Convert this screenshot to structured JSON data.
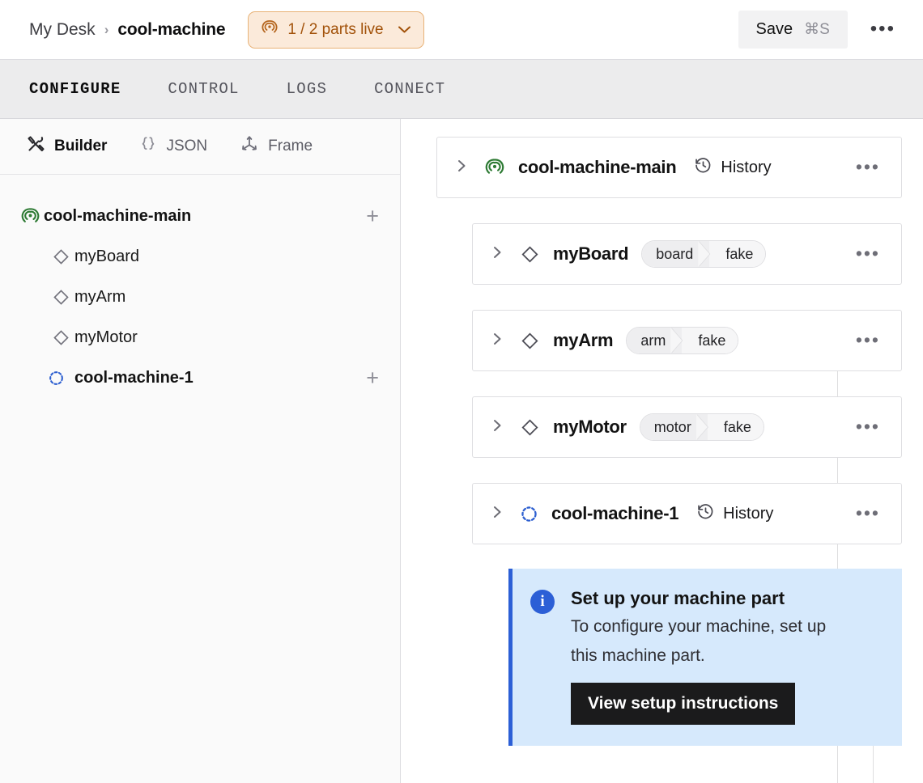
{
  "header": {
    "breadcrumb": {
      "root": "My Desk",
      "separator": "›",
      "current": "cool-machine"
    },
    "status_badge": {
      "icon": "radar-icon",
      "label": "1 / 2 parts live",
      "chevron": "⌄",
      "bg": "#fbeada",
      "border": "#e8b277",
      "fg": "#a2520a"
    },
    "save_label": "Save",
    "save_shortcut": "⌘S",
    "overflow": "•••"
  },
  "tabs": [
    {
      "label": "CONFIGURE",
      "active": true
    },
    {
      "label": "CONTROL",
      "active": false
    },
    {
      "label": "LOGS",
      "active": false
    },
    {
      "label": "CONNECT",
      "active": false
    }
  ],
  "subtabs": [
    {
      "label": "Builder",
      "icon": "tools-icon",
      "active": true
    },
    {
      "label": "JSON",
      "icon": "braces-icon",
      "active": false
    },
    {
      "label": "Frame",
      "icon": "axes-icon",
      "active": false
    }
  ],
  "sidebar": {
    "tree": [
      {
        "label": "cool-machine-main",
        "icon": "radar-icon",
        "level": "root",
        "add": "+"
      },
      {
        "label": "myBoard",
        "icon": "diamond-icon",
        "level": "child",
        "add": ""
      },
      {
        "label": "myArm",
        "icon": "diamond-icon",
        "level": "child",
        "add": ""
      },
      {
        "label": "myMotor",
        "icon": "diamond-icon",
        "level": "child",
        "add": ""
      },
      {
        "label": "cool-machine-1",
        "icon": "dashed-circle-icon",
        "level": "root",
        "add": "+"
      }
    ]
  },
  "main": {
    "cards": [
      {
        "title": "cool-machine-main",
        "icon": "radar-icon",
        "nested": false,
        "history": "History",
        "badge_left": "",
        "badge_right": "",
        "kebab": "•••"
      },
      {
        "title": "myBoard",
        "icon": "diamond-icon",
        "nested": true,
        "history": "",
        "badge_left": "board",
        "badge_right": "fake",
        "kebab": "•••"
      },
      {
        "title": "myArm",
        "icon": "diamond-icon",
        "nested": true,
        "history": "",
        "badge_left": "arm",
        "badge_right": "fake",
        "kebab": "•••"
      },
      {
        "title": "myMotor",
        "icon": "diamond-icon",
        "nested": true,
        "history": "",
        "badge_left": "motor",
        "badge_right": "fake",
        "kebab": "•••"
      },
      {
        "title": "cool-machine-1",
        "icon": "dashed-circle-icon",
        "nested": true,
        "history": "History",
        "badge_left": "",
        "badge_right": "",
        "kebab": "•••"
      }
    ],
    "callout": {
      "icon": "info-icon",
      "symbol": "i",
      "title": "Set up your machine part",
      "text": "To configure your machine, set up this machine part.",
      "button": "View setup instructions",
      "bg": "#d6e9fc",
      "accent": "#2c5fd6"
    }
  },
  "colors": {
    "live_green": "#2d7a33",
    "dashed_blue": "#2d5fd0",
    "tabbar_bg": "#ececed",
    "sidebar_bg": "#fafafa"
  }
}
